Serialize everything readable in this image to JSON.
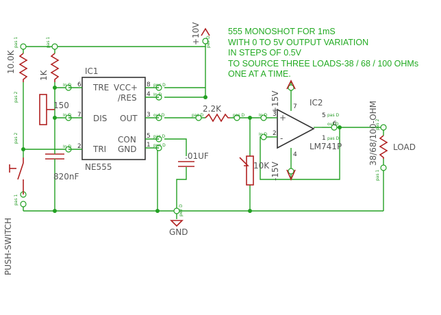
{
  "notes": [
    "555 MONOSHOT FOR 1mS",
    "WITH 0 TO 5V OUTPUT VARIATION",
    " IN STEPS OF 0.5V",
    "TO SOURCE THREE LOADS-38 / 68 / 100 OHMs",
    " ONE AT A TIME."
  ],
  "ic1": {
    "ref": "IC1",
    "part": "NE555",
    "pins": {
      "tre": "TRE",
      "dis": "DIS",
      "tri": "TRI",
      "vcc": "VCC+",
      "res": "/RES",
      "out": "OUT",
      "con": "CON",
      "gnd": "GND"
    },
    "pin_numbers": {
      "p6": "6",
      "p7": "7",
      "p2": "2",
      "p8": "8",
      "p4": "4",
      "p3": "3",
      "p5": "5",
      "p1": "1"
    }
  },
  "ic2": {
    "ref": "IC2",
    "part": "LM741P",
    "pin_numbers": {
      "p3": "3",
      "p2": "2",
      "p6": "6",
      "p5": "5",
      "p7": "7",
      "p4": "4",
      "p1": "1"
    },
    "plus": "+",
    "minus": "-"
  },
  "labels": {
    "r_10k_top": "10.0K",
    "r_1k": "1K",
    "r_150": "150",
    "c_820": "820nF",
    "r_2k2": "2.2K",
    "c_01": ".01UF",
    "pot_10k": "10K",
    "supply_10v": "+10V",
    "supply_p15": "+15V",
    "supply_m15": "-15V",
    "gnd": "GND",
    "load_value": "38/68/100-OHM",
    "load": "LOAD",
    "switch": "PUSH-SWITCH"
  },
  "pin_tags": {
    "in": "In D",
    "out": "out D",
    "pas": "pas D",
    "pwr": "pwr D",
    "pas1": "pas 1",
    "pas2": "pas 2"
  }
}
